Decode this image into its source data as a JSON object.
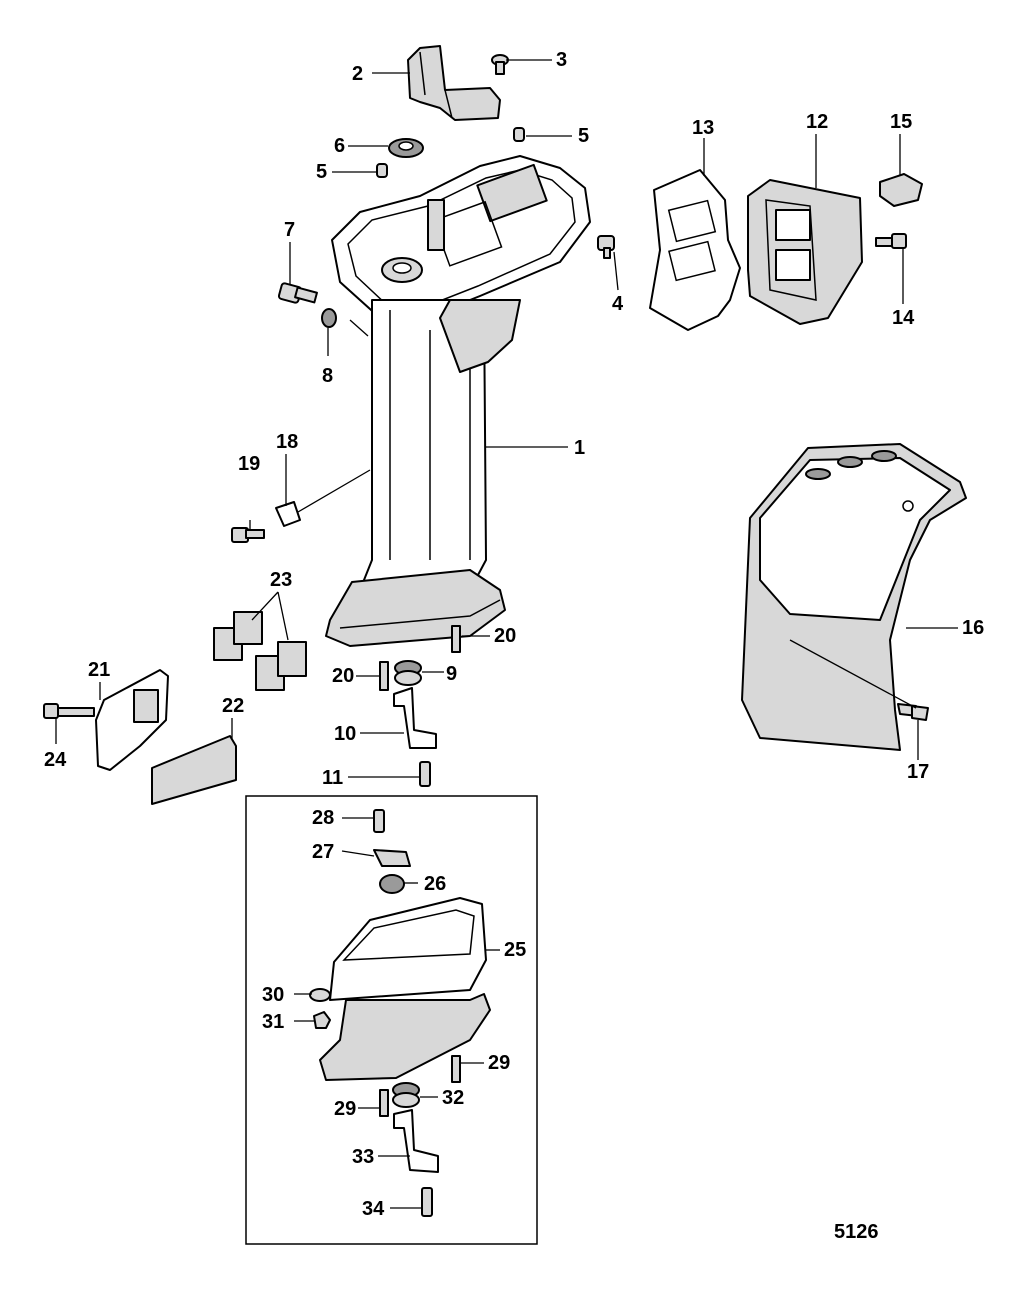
{
  "diagram": {
    "figure_number": "5126",
    "callouts": [
      "1",
      "2",
      "3",
      "4",
      "5",
      "5",
      "6",
      "7",
      "8",
      "9",
      "10",
      "11",
      "12",
      "13",
      "14",
      "15",
      "16",
      "17",
      "18",
      "19",
      "20",
      "20",
      "21",
      "22",
      "23",
      "24",
      "25",
      "26",
      "27",
      "28",
      "29",
      "29",
      "30",
      "31",
      "32",
      "33",
      "34"
    ]
  }
}
